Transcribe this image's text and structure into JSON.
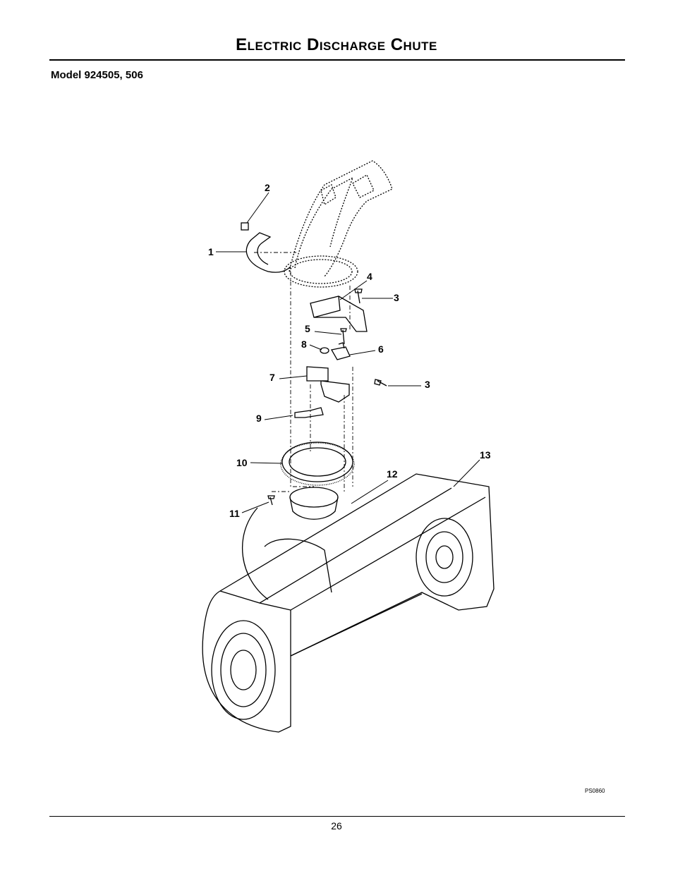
{
  "header": {
    "title": "Electric Discharge Chute",
    "model": "Model 924505, 506"
  },
  "callouts": [
    {
      "id": "c1",
      "text": "1"
    },
    {
      "id": "c2",
      "text": "2"
    },
    {
      "id": "c3a",
      "text": "3"
    },
    {
      "id": "c3b",
      "text": "3"
    },
    {
      "id": "c4",
      "text": "4"
    },
    {
      "id": "c5",
      "text": "5"
    },
    {
      "id": "c6",
      "text": "6"
    },
    {
      "id": "c7",
      "text": "7"
    },
    {
      "id": "c8",
      "text": "8"
    },
    {
      "id": "c9",
      "text": "9"
    },
    {
      "id": "c10",
      "text": "10"
    },
    {
      "id": "c11",
      "text": "11"
    },
    {
      "id": "c12",
      "text": "12"
    },
    {
      "id": "c13",
      "text": "13"
    }
  ],
  "figure_code": "PS0860",
  "footer": {
    "page_number": "26"
  }
}
